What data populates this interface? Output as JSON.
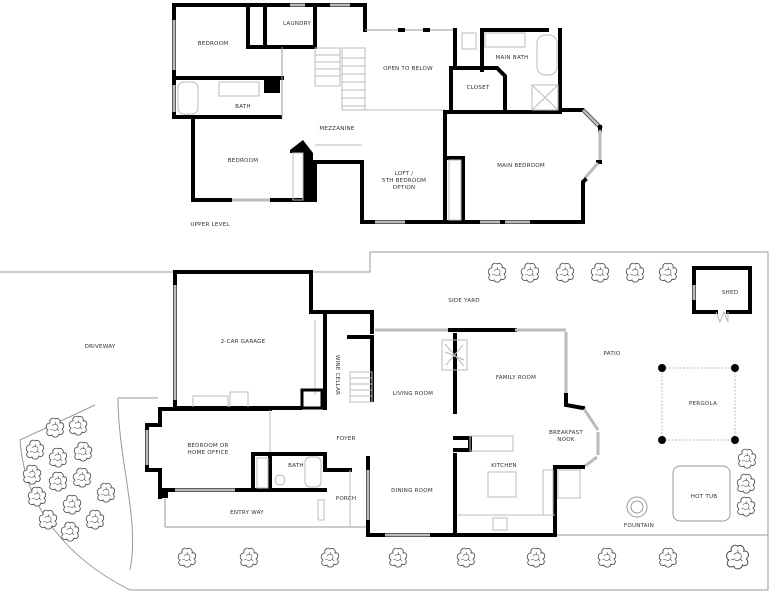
{
  "upper_level": {
    "title": "UPPER LEVEL",
    "rooms": {
      "bedroom_1": "BEDROOM",
      "laundry": "LAUNDRY",
      "bath": "BATH",
      "bedroom_2": "BEDROOM",
      "open_to_below": "OPEN TO BELOW",
      "main_bath": "MAIN BATH",
      "closet": "CLOSET",
      "mezzanine": "MEZZANINE",
      "loft_line1": "LOFT /",
      "loft_line2": "5TH BEDROOM",
      "loft_line3": "OPTION",
      "main_bedroom": "MAIN BEDROOM"
    }
  },
  "main_level": {
    "rooms": {
      "driveway": "DRIVEWAY",
      "garage": "2-CAR GARAGE",
      "wine_cellar": "WINE CELLAR",
      "side_yard": "SIDE YARD",
      "shed": "SHED",
      "patio": "PATIO",
      "pergola": "PERGOLA",
      "living_room": "LIVING ROOM",
      "family_room": "FAMILY ROOM",
      "breakfast_line1": "BREAKFAST",
      "breakfast_line2": "NOOK",
      "foyer": "FOYER",
      "office_line1": "BEDROOM OR",
      "office_line2": "HOME OFFICE",
      "bath": "BATH",
      "kitchen": "KITCHEN",
      "dining_room": "DINING ROOM",
      "porch": "PORCH",
      "entry_way": "ENTRY WAY",
      "fountain": "FOUNTAIN",
      "hot_tub": "HOT TUB"
    }
  },
  "colors": {
    "wall": "#000000",
    "window": "#bbbbbb",
    "outline": "#999999"
  }
}
